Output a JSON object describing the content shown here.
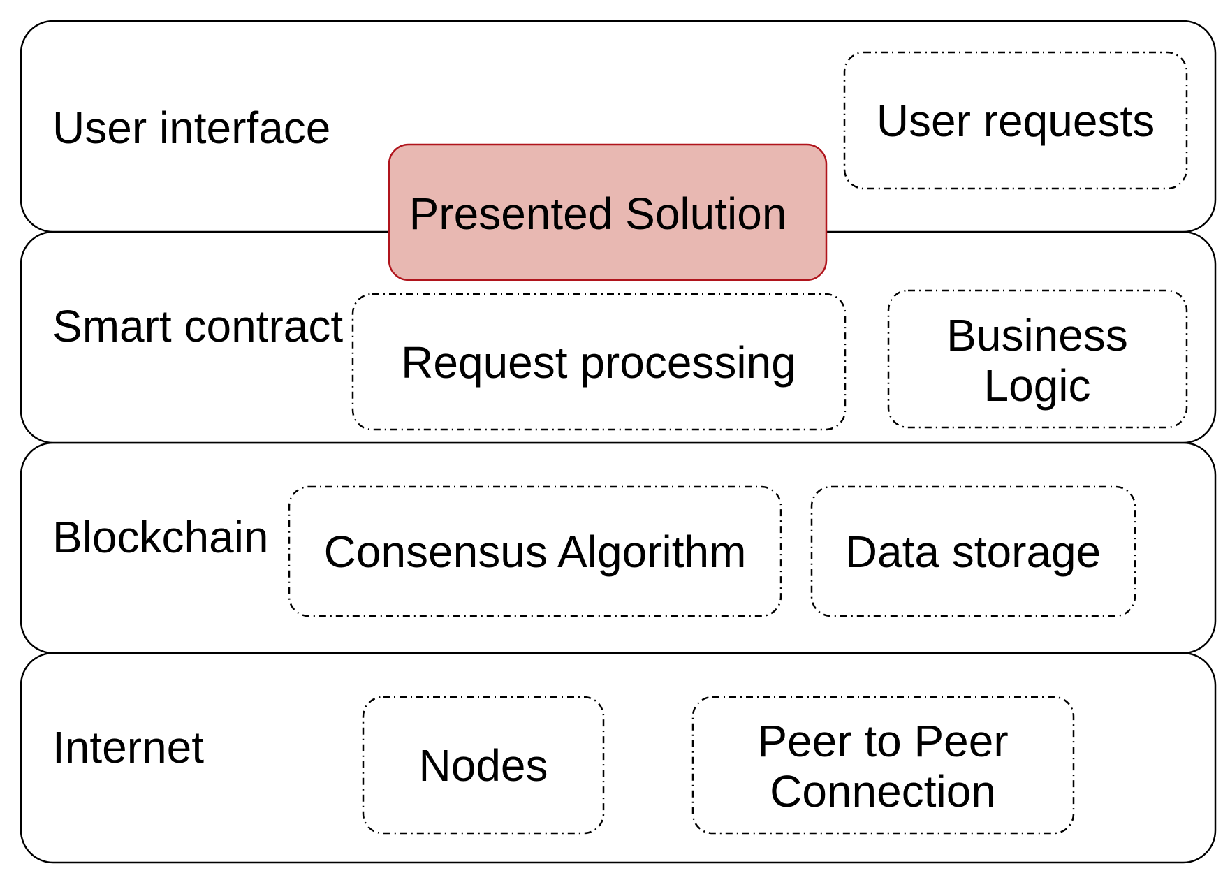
{
  "layers": [
    {
      "label": "User interface"
    },
    {
      "label": "Smart contract"
    },
    {
      "label": "Blockchain"
    },
    {
      "label": "Internet"
    }
  ],
  "components": [
    {
      "label": "User requests"
    },
    {
      "label": "Request processing"
    },
    {
      "label": "Business",
      "label2": "Logic"
    },
    {
      "label": "Consensus Algorithm"
    },
    {
      "label": "Data storage"
    },
    {
      "label": "Nodes"
    },
    {
      "label": "Peer to Peer",
      "label2": "Connection"
    }
  ],
  "highlight": {
    "label": "Presented Solution",
    "fill": "#e8b8b2",
    "stroke": "#b0141c"
  }
}
